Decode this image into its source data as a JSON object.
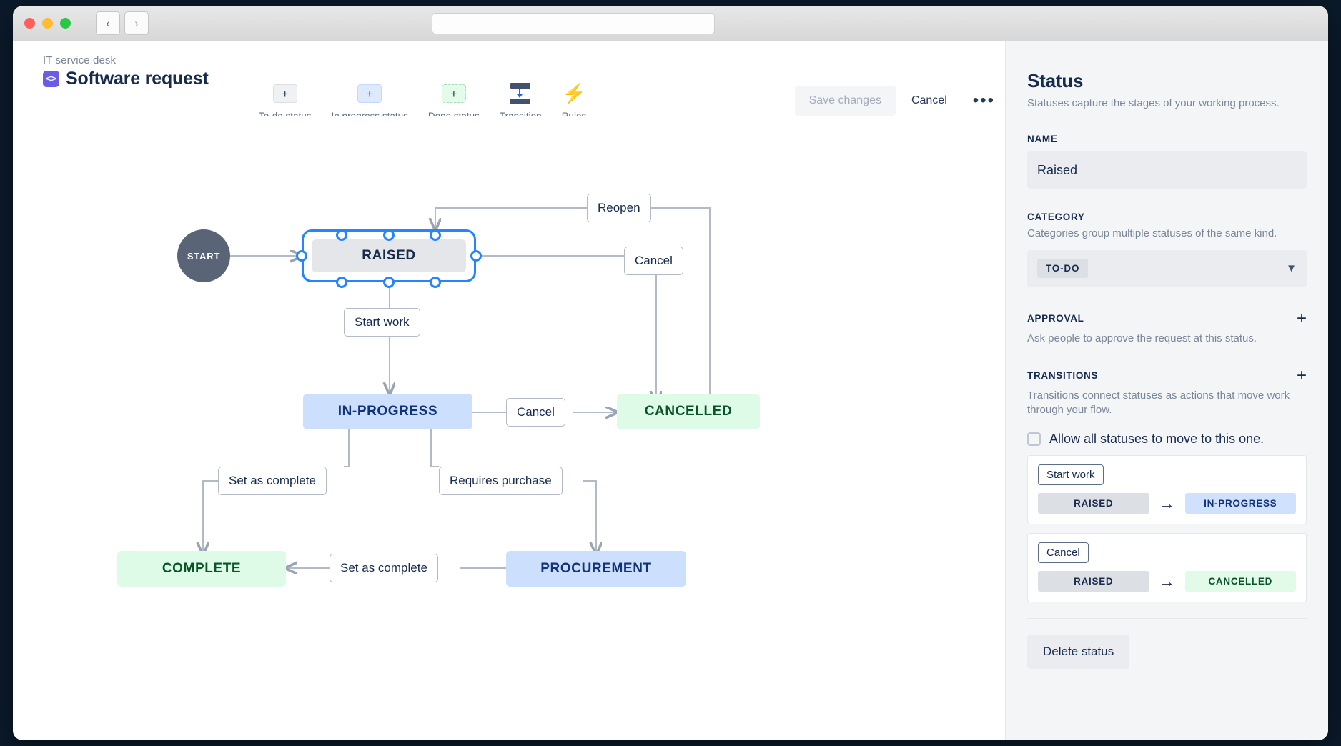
{
  "window": {
    "traffic_lights": [
      "close",
      "minimize",
      "maximize"
    ],
    "back_icon": "‹",
    "forward_icon": "›",
    "url_value": ""
  },
  "header": {
    "breadcrumb": "IT service desk",
    "project_icon": "<>",
    "title": "Software request",
    "toolbar": [
      {
        "label": "To-do status",
        "icon": "+",
        "kind": "todo"
      },
      {
        "label": "In progress status",
        "icon": "+",
        "kind": "inprog"
      },
      {
        "label": "Done status",
        "icon": "+",
        "kind": "done"
      },
      {
        "label": "Transition",
        "icon": "transition-icon",
        "kind": "transition"
      },
      {
        "label": "Rules",
        "icon": "⚡",
        "kind": "rules"
      }
    ],
    "save_label": "Save changes",
    "cancel_label": "Cancel",
    "more_label": "•••"
  },
  "canvas": {
    "start_label": "START",
    "nodes": [
      {
        "id": "raised",
        "label": "RAISED",
        "category": "todo",
        "selected": true
      },
      {
        "id": "in-progress",
        "label": "IN-PROGRESS",
        "category": "inprog",
        "selected": false
      },
      {
        "id": "cancelled",
        "label": "CANCELLED",
        "category": "done",
        "selected": false
      },
      {
        "id": "complete",
        "label": "COMPLETE",
        "category": "done",
        "selected": false
      },
      {
        "id": "procurement",
        "label": "PROCUREMENT",
        "category": "inprog",
        "selected": false
      }
    ],
    "edge_labels": [
      {
        "id": "reopen",
        "label": "Reopen"
      },
      {
        "id": "cancel-raised",
        "label": "Cancel"
      },
      {
        "id": "start-work",
        "label": "Start work"
      },
      {
        "id": "cancel-inprogress",
        "label": "Cancel"
      },
      {
        "id": "set-as-complete-left",
        "label": "Set as complete"
      },
      {
        "id": "requires-purchase",
        "label": "Requires purchase"
      },
      {
        "id": "set-as-complete-bottom",
        "label": "Set as complete"
      }
    ]
  },
  "sidebar": {
    "title": "Status",
    "subtitle": "Statuses capture the stages of your working process.",
    "name_label": "NAME",
    "name_value": "Raised",
    "category_label": "CATEGORY",
    "category_hint": "Categories group multiple statuses of the same kind.",
    "category_value": "TO-DO",
    "chevron_icon": "⌄",
    "approval_label": "APPROVAL",
    "approval_hint": "Ask people to approve the request at this status.",
    "approval_add_icon": "+",
    "transitions_label": "TRANSITIONS",
    "transitions_hint": "Transitions connect statuses as actions that move work through your flow.",
    "transitions_add_icon": "+",
    "allow_all_label": "Allow all statuses to move to this one.",
    "allow_all_checked": false,
    "transitions": [
      {
        "name": "Start work",
        "from": "RAISED",
        "from_kind": "todo",
        "to": "IN-PROGRESS",
        "to_kind": "inprog",
        "arrow": "→"
      },
      {
        "name": "Cancel",
        "from": "RAISED",
        "from_kind": "todo",
        "to": "CANCELLED",
        "to_kind": "done",
        "arrow": "→"
      }
    ],
    "delete_label": "Delete status"
  },
  "colors": {
    "todo_bg": "#e4e6ea",
    "inprogress_bg": "#ccdffc",
    "done_bg": "#ddfbe6",
    "selection": "#2684ff",
    "brand_purple": "#6b5ce7"
  }
}
